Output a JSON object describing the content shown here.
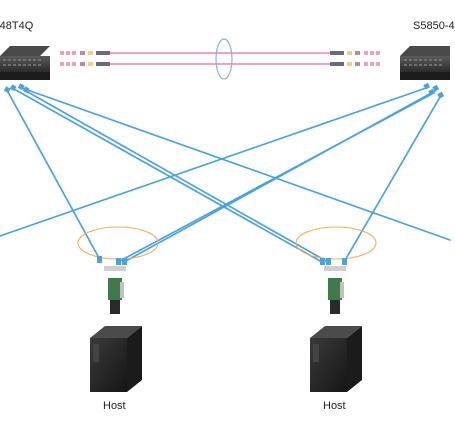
{
  "switches": {
    "left": {
      "label": "-48T4Q"
    },
    "right": {
      "label": "S5850-4"
    }
  },
  "hosts": [
    {
      "label": "Host"
    },
    {
      "label": "Host"
    }
  ],
  "colors": {
    "cable_blue": "#4aa3dc",
    "cable_pink": "#e86a9a",
    "lag_ring_orange": "#f0b060",
    "lag_ring_blue": "#8fb0d8",
    "switch_body": "#2e2e2e",
    "host_body": "#2a2a2a",
    "nic_green": "#3f7a4a"
  }
}
